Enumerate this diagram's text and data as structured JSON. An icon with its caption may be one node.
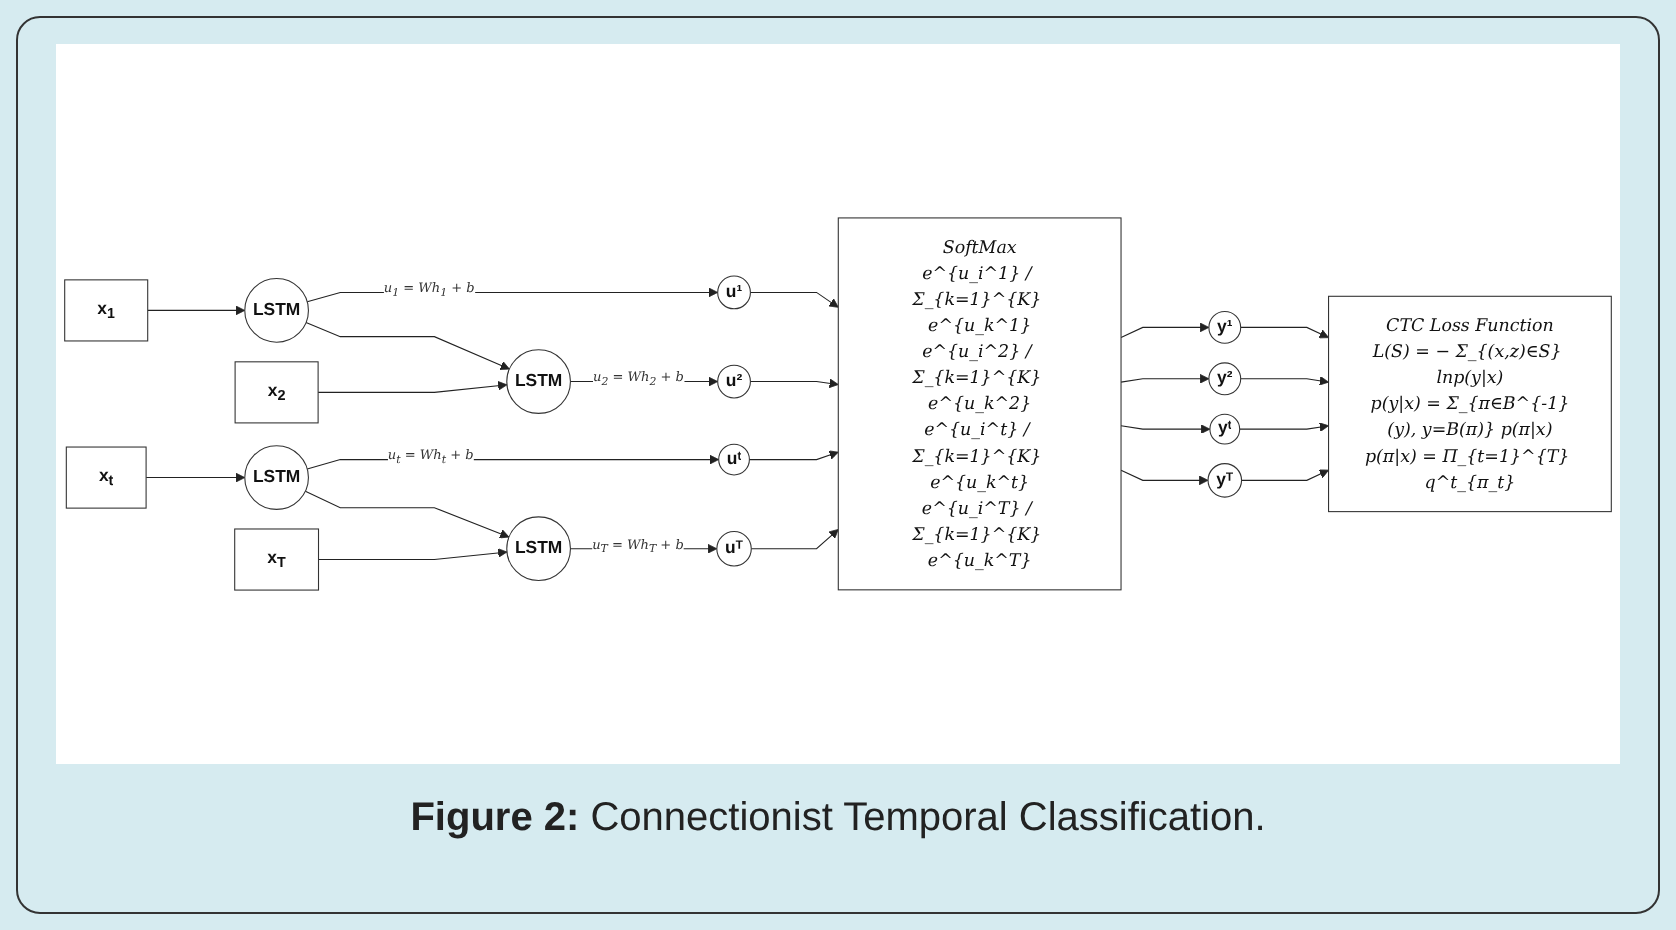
{
  "diagram": {
    "caption": "**Figure 2:** Connectionist Temporal Classification.",
    "nodes": [
      {
        "text": [
          "x$_{1}$"
        ]
      },
      {
        "text": [
          "LSTM"
        ]
      },
      {
        "text": [
          "u¹"
        ]
      },
      {
        "text": [
          "x$_{2}$"
        ]
      },
      {
        "text": [
          "LSTM"
        ]
      },
      {
        "text": [
          "u²"
        ]
      },
      {
        "text": [
          "x$_{t}$"
        ]
      },
      {
        "text": [
          "LSTM"
        ]
      },
      {
        "text": [
          "uᵗ"
        ]
      },
      {
        "text": [
          "x$_{T}$"
        ]
      },
      {
        "text": [
          "LSTM"
        ]
      },
      {
        "text": [
          "uᵀ"
        ]
      },
      {
        "text": [
          "SoftMax",
          "e^{u_i^1} / Σ_{k=1}^{K} e^{u_k^1}",
          "e^{u_i^2} / Σ_{k=1}^{K} e^{u_k^2}",
          "e^{u_i^t} / Σ_{k=1}^{K} e^{u_k^t}",
          "e^{u_i^T} / Σ_{k=1}^{K} e^{u_k^T}"
        ]
      },
      {
        "text": [
          "y¹"
        ]
      },
      {
        "text": [
          "y²"
        ]
      },
      {
        "text": [
          "yᵗ"
        ]
      },
      {
        "text": [
          "yᵀ"
        ]
      },
      {
        "text": [
          "CTC Loss Function",
          "L(S) = − Σ_{(x,z)∈S} lnp(y|x)",
          "p(y|x) = Σ_{π∈B^{-1}(y), y=B(π)} p(π|x)",
          "p(π|x) = Π_{t=1}^{T} q^t_{π_t}"
        ]
      }
    ],
    "edges": [
      {
        "from": 0,
        "to": 1,
        "arrow": "to"
      },
      {
        "from": 1,
        "to": 2,
        "arrow": "to",
        "label": "u$_{1}$ = Wh$_{1}$ + b"
      },
      {
        "from": 2,
        "to": 12,
        "arrow": "to"
      },
      {
        "from": 1,
        "to": 4,
        "arrow": "to"
      },
      {
        "from": 3,
        "to": 4,
        "arrow": "to"
      },
      {
        "from": 4,
        "to": 5,
        "arrow": "to",
        "label": "u$_{2}$ = Wh$_{2}$ + b"
      },
      {
        "from": 5,
        "to": 12,
        "arrow": "to"
      },
      {
        "from": 6,
        "to": 7,
        "arrow": "to"
      },
      {
        "from": 7,
        "to": 8,
        "arrow": "to",
        "label": "u$_{t}$ = Wh$_{t}$ + b"
      },
      {
        "from": 8,
        "to": 12,
        "arrow": "to"
      },
      {
        "from": 7,
        "to": 10,
        "arrow": "to"
      },
      {
        "from": 9,
        "to": 10,
        "arrow": "to"
      },
      {
        "from": 10,
        "to": 11,
        "arrow": "to",
        "label": "u$_{T}$ = Wh$_{T}$ + b"
      },
      {
        "from": 11,
        "to": 12,
        "arrow": "to"
      },
      {
        "from": 12,
        "to": 13,
        "arrow": "to"
      },
      {
        "from": 12,
        "to": 14,
        "arrow": "to"
      },
      {
        "from": 12,
        "to": 15,
        "arrow": "to"
      },
      {
        "from": 12,
        "to": 16,
        "arrow": "to"
      },
      {
        "from": 13,
        "to": 17,
        "arrow": "to"
      },
      {
        "from": 14,
        "to": 17,
        "arrow": "to"
      },
      {
        "from": 15,
        "to": 17,
        "arrow": "to"
      },
      {
        "from": 16,
        "to": 17,
        "arrow": "to"
      }
    ]
  }
}
